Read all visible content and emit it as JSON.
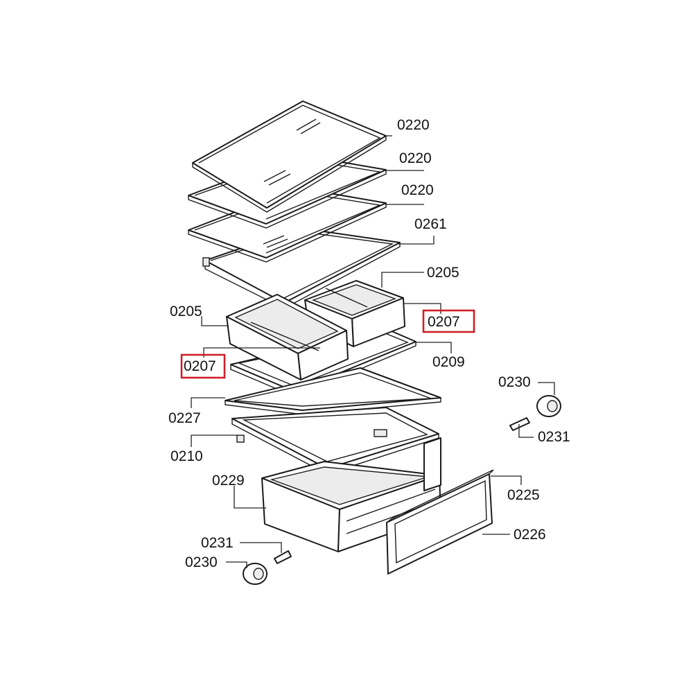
{
  "labels": {
    "glass_shelf_1": "0220",
    "glass_shelf_2": "0220",
    "glass_shelf_3": "0220",
    "shelf_frame": "0261",
    "drawer_right": "0205",
    "drawer_right_front": "0207",
    "drawer_left": "0205",
    "drawer_left_front": "0207",
    "drawer_frame": "0209",
    "cover_plate": "0227",
    "crisper_frame": "0210",
    "wheel_right": "0230",
    "axle_right": "0231",
    "crisper_drawer": "0229",
    "drawer_front_panel": "0225",
    "drawer_handle_panel": "0226",
    "axle_left": "0231",
    "wheel_left": "0230"
  },
  "highlight_color": "#d01f27"
}
